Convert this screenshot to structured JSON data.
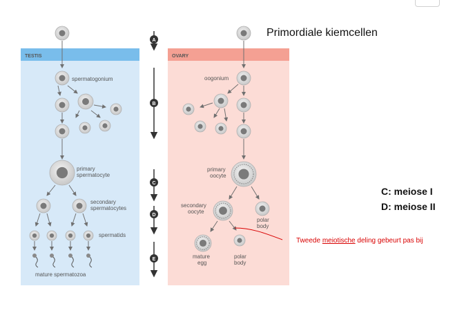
{
  "top_label": "Primordiale kiemcellen",
  "testis": {
    "header": "TESTIS",
    "labels": {
      "spermatogonium": "spermatogonium",
      "primary_1": "primary",
      "primary_2": "spermatocyte",
      "secondary_1": "secondary",
      "secondary_2": "spermatocytes",
      "spermatids": "spermatids",
      "mature": "mature spermatozoa"
    }
  },
  "ovary": {
    "header": "OVARY",
    "labels": {
      "oogonium": "oogonium",
      "primary_1": "primary",
      "primary_2": "oocyte",
      "secondary_1": "secondary",
      "secondary_2": "oocyte",
      "polar1_1": "polar",
      "polar1_2": "body",
      "mature_1": "mature",
      "mature_2": "egg",
      "polar2_1": "polar",
      "polar2_2": "body"
    }
  },
  "stages": [
    "A",
    "B",
    "C",
    "D",
    "E"
  ],
  "notes": {
    "c": "C: meiose I",
    "d": "D: meiose II",
    "annotation_prefix": "Tweede ",
    "annotation_word": "meiotische",
    "annotation_suffix": " deling gebeurt pas bij"
  },
  "colors": {
    "testis_panel": "#d7e9f8",
    "testis_header": "#79bdeb",
    "ovary_panel": "#fcdcd6",
    "ovary_header": "#f4a093",
    "cell": "#d3d3d3",
    "nucleus": "#7a7a7a",
    "arrow": "#707070",
    "annotation": "#d90000"
  }
}
